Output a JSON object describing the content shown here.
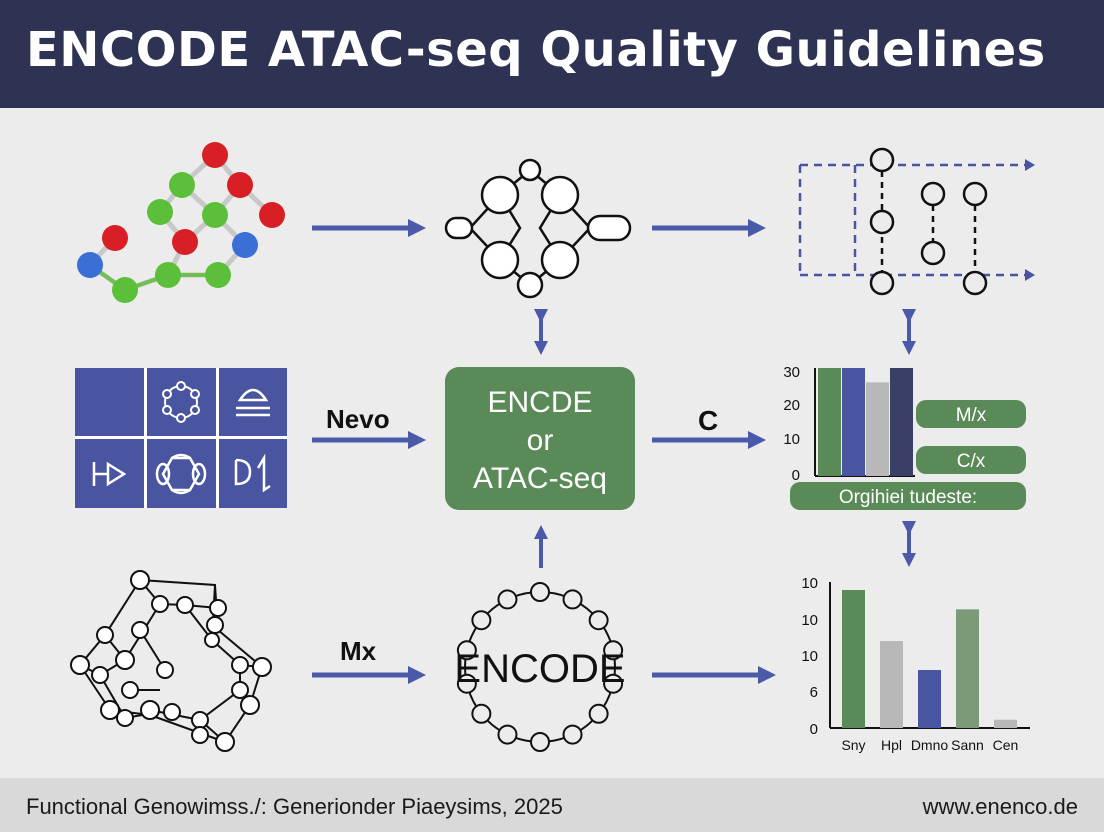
{
  "header": {
    "title": "ENCODE ATAC-seq Quality Guidelines"
  },
  "center_box": {
    "lines": [
      "ENCDE",
      "or",
      "ATAC-seq"
    ]
  },
  "arrow_labels": {
    "nevo": "Nevo",
    "c": "C",
    "mx": "Mx"
  },
  "encode_ring_label": "ENCODE",
  "legend_pills": {
    "top": "M/x",
    "middle": "C/x",
    "wide": "Orgihiei tudeste:"
  },
  "chart_data": [
    {
      "type": "bar",
      "y_ticks": [
        "30",
        "20",
        "10",
        "0"
      ],
      "ylim": [
        0,
        30
      ],
      "values": [
        30,
        30,
        26,
        30
      ],
      "colors": [
        "#5a8a57",
        "#4a55a2",
        "#b8b8b8",
        "#3a3f66"
      ]
    },
    {
      "type": "bar",
      "y_ticks": [
        "10",
        "10",
        "10",
        "6",
        "0"
      ],
      "categories": [
        "Sny",
        "Hpl",
        "Dmno",
        "Sann",
        "Cen"
      ],
      "values": [
        10,
        6.3,
        4.2,
        8.6,
        0.6
      ],
      "colors": [
        "#5a8a57",
        "#b8b8b8",
        "#4a55a2",
        "#7a9a78",
        "#b8b8b8"
      ]
    }
  ],
  "colors": {
    "accent_blue": "#4a5aa8",
    "green": "#5a8a57",
    "header_bg": "#2e3253",
    "grid_blue": "#4a55a2"
  },
  "footer": {
    "left": "Functional Genowimss./: Generionder Piaeysims, 2025",
    "right": "www.enenco.de"
  }
}
